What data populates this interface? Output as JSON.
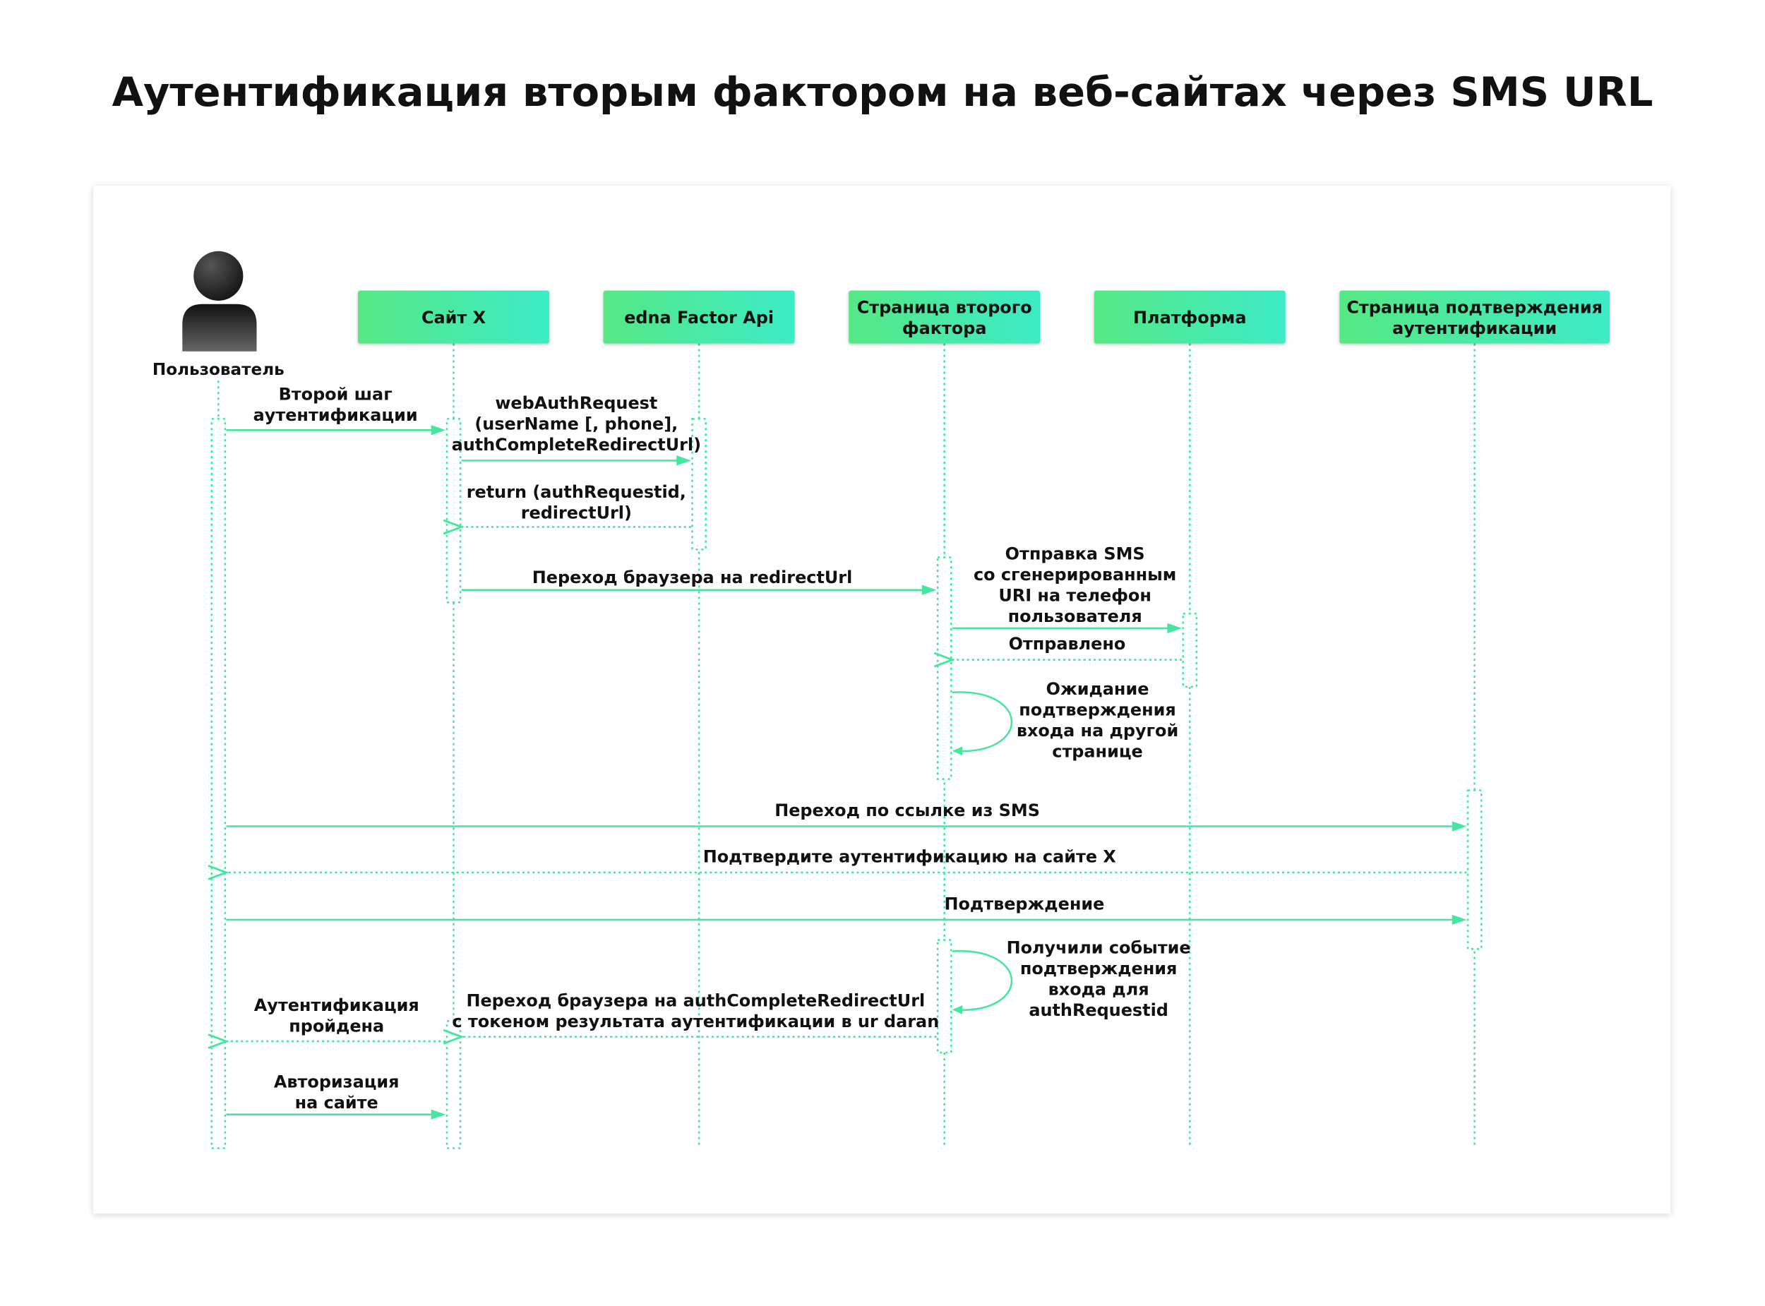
{
  "title": "Аутентификация вторым фактором на веб-сайтах через SMS URL",
  "colors": {
    "line": "#45e6a0",
    "header_start": "#55e884",
    "header_end": "#3cebc6",
    "text": "#111111"
  },
  "actor": {
    "label": "Пользователь",
    "icon": "user-icon"
  },
  "participants": [
    {
      "lines": [
        "Сайт X"
      ]
    },
    {
      "lines": [
        "edna Factor Api"
      ]
    },
    {
      "lines": [
        "Страница второго",
        "фактора"
      ]
    },
    {
      "lines": [
        "Платформа"
      ]
    },
    {
      "lines": [
        "Страница подтверждения",
        "аутентификации"
      ]
    }
  ],
  "messages": [
    {
      "lines": [
        "Второй шаг",
        "аутентификации"
      ],
      "type": "sync"
    },
    {
      "lines": [
        "webAuthRequest",
        "(userName [, phone],",
        "authCompleteRedirectUrl)"
      ],
      "type": "sync"
    },
    {
      "lines": [
        "return (authRequestid,",
        "redirectUrl)"
      ],
      "type": "return"
    },
    {
      "lines": [
        "Переход браузера на redirectUrl"
      ],
      "type": "sync"
    },
    {
      "lines": [
        "Отправка SMS",
        "со сгенерированным",
        "URI на телефон",
        "пользователя"
      ],
      "type": "sync"
    },
    {
      "lines": [
        "Отправлено"
      ],
      "type": "return"
    },
    {
      "lines": [
        "Ожидание",
        "подтверждения",
        "входа на другой",
        "странице"
      ],
      "type": "self"
    },
    {
      "lines": [
        "Переход по ссылке из SMS"
      ],
      "type": "sync"
    },
    {
      "lines": [
        "Подтвердите аутентификацию на сайте X"
      ],
      "type": "return"
    },
    {
      "lines": [
        "Подтверждение"
      ],
      "type": "sync"
    },
    {
      "lines": [
        "Получили событие",
        "подтверждения",
        "входа для",
        "authRequestid"
      ],
      "type": "self"
    },
    {
      "lines": [
        "Переход браузера на authCompleteRedirectUrl",
        "с токеном результата аутентификации в ur daran"
      ],
      "type": "return"
    },
    {
      "lines": [
        "Аутентификация",
        "пройдена"
      ],
      "type": "return"
    },
    {
      "lines": [
        "Авторизация",
        "на сайте"
      ],
      "type": "sync"
    }
  ]
}
